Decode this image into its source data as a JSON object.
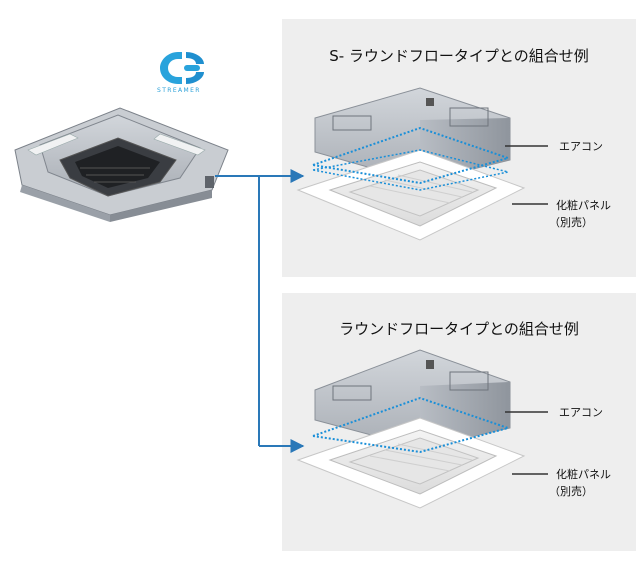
{
  "logo": {
    "name": "STREAMER",
    "color": "#2aa0d8"
  },
  "panels": [
    {
      "title": "S- ラウンドフロータイプとの組合せ例",
      "aircon_label": "エアコン",
      "panel_label": "化粧パネル",
      "panel_note": "（別売）"
    },
    {
      "title": "ラウンドフロータイプとの組合せ例",
      "aircon_label": "エアコン",
      "panel_label": "化粧パネル",
      "panel_note": "（別売）"
    }
  ],
  "colors": {
    "arrow": "#2a78b8",
    "outline_dotted": "#1a8fd8",
    "panel_bg": "#eeeeee"
  }
}
